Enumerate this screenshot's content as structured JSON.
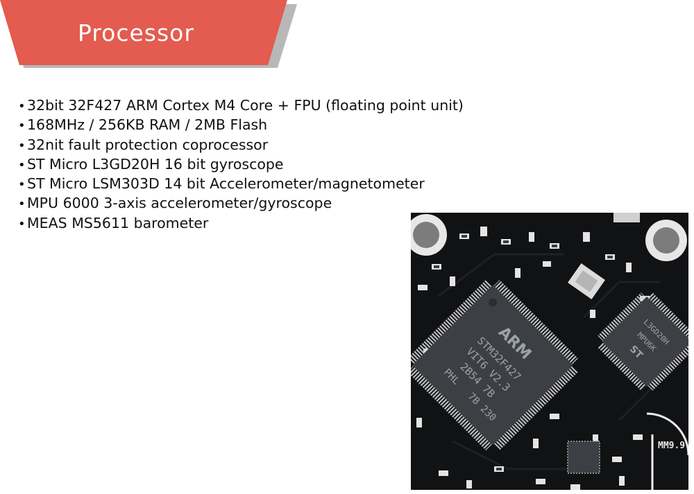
{
  "header": {
    "title": "Processor"
  },
  "specs": {
    "bullet": "•",
    "items": [
      "32bit 32F427 ARM Cortex M4 Core + FPU (floating point unit)",
      "168MHz / 256KB RAM / 2MB Flash",
      "32nit fault protection coprocessor",
      "ST Micro L3GD20H 16 bit gyroscope",
      "ST Micro LSM303D 14 bit Accelerometer/magnetometer",
      "MPU 6000 3-axis accelerometer/gyroscope",
      "MEAS MS5611 barometer"
    ]
  },
  "board_photo": {
    "main_chip_lines": [
      "ARM",
      "STM32F427",
      "VIT6 V2.3",
      "2B54 7B",
      "PHL",
      "7B 230"
    ],
    "side_chip_lines": [
      "L3GD20H",
      "MPU6K",
      "ST"
    ],
    "edge_marking": "MM9.9"
  },
  "colors": {
    "banner": "#e45b4f",
    "banner_shadow": "#b9b9b9",
    "board": "#111214"
  }
}
